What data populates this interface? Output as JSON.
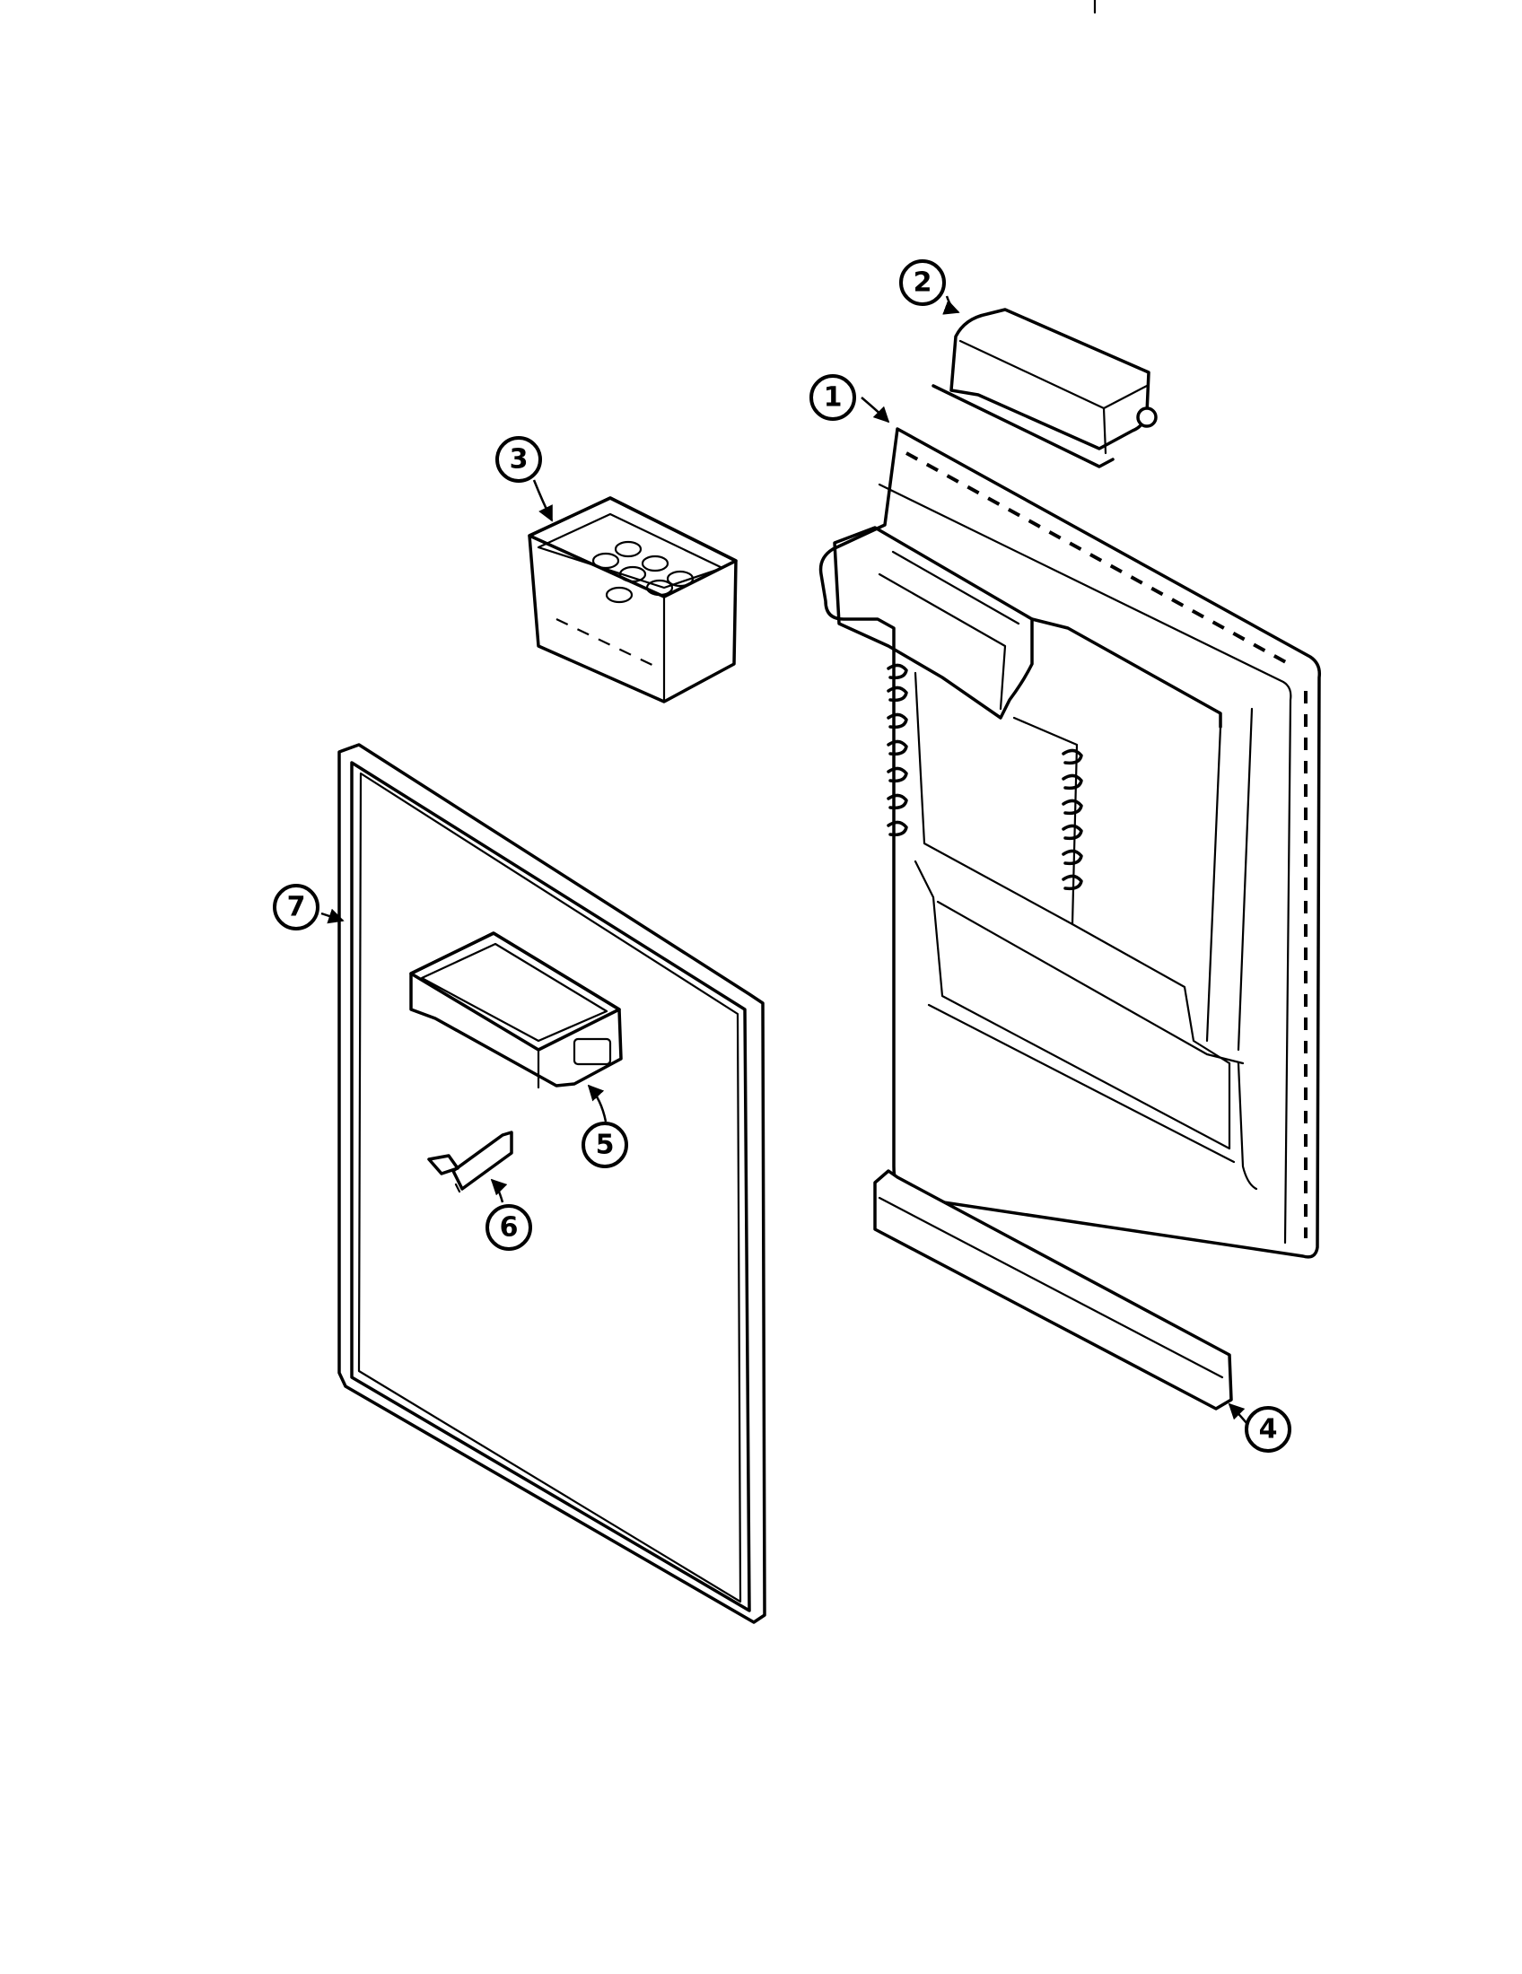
{
  "diagram": {
    "callouts": [
      {
        "id": "1",
        "label": "1",
        "part": "door-liner"
      },
      {
        "id": "2",
        "label": "2",
        "part": "dairy-door-cover"
      },
      {
        "id": "3",
        "label": "3",
        "part": "egg-bucket"
      },
      {
        "id": "4",
        "label": "4",
        "part": "bottom-door-shelf-rail"
      },
      {
        "id": "5",
        "label": "5",
        "part": "door-bin"
      },
      {
        "id": "6",
        "label": "6",
        "part": "bin-clip"
      },
      {
        "id": "7",
        "label": "7",
        "part": "door-gasket"
      }
    ],
    "colors": {
      "line": "#000000",
      "background": "#ffffff"
    }
  }
}
